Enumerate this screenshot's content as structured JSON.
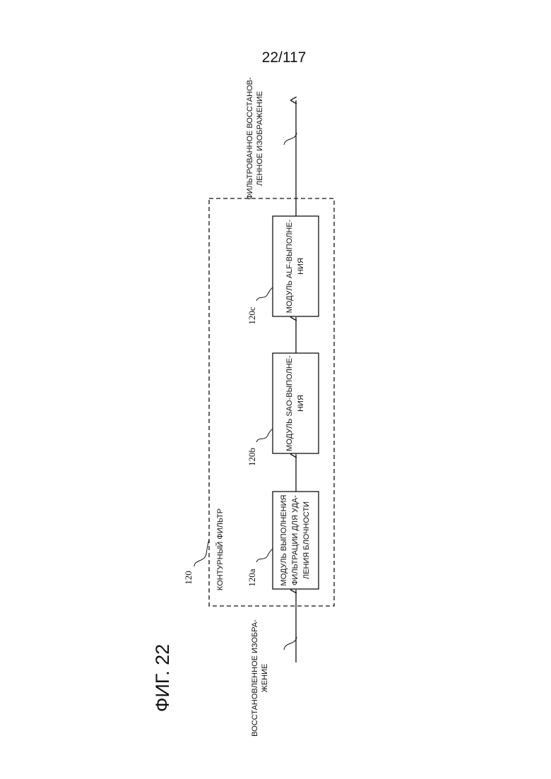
{
  "page_number": "22/117",
  "figure_label": "ФИГ. 22",
  "input": {
    "label_line1": "ВОССТАНОВЛЕННОЕ ИЗОБРА-",
    "label_line2": "ЖЕНИЕ"
  },
  "output": {
    "label_line1": "ФИЛЬТРОВАННОЕ ВОССТАНОВ-",
    "label_line2": "ЛЕННОЕ ИЗОБРАЖЕНИЕ"
  },
  "loop_filter": {
    "ref": "120",
    "label": "КОНТУРНЫЙ ФИЛЬТР"
  },
  "modules": [
    {
      "ref": "120a",
      "line1": "МОДУЛЬ ВЫПОЛНЕНИЯ",
      "line2": "ФИЛЬТРАЦИИ ДЛЯ УДА-",
      "line3": "ЛЕНИЯ БЛОЧНОСТИ"
    },
    {
      "ref": "120b",
      "line1": "МОДУЛЬ SAO-ВЫПОЛНЕ-",
      "line2": "НИЯ"
    },
    {
      "ref": "120c",
      "line1": "МОДУЛЬ ALF-ВЫПОЛНЕ-",
      "line2": "НИЯ"
    }
  ]
}
